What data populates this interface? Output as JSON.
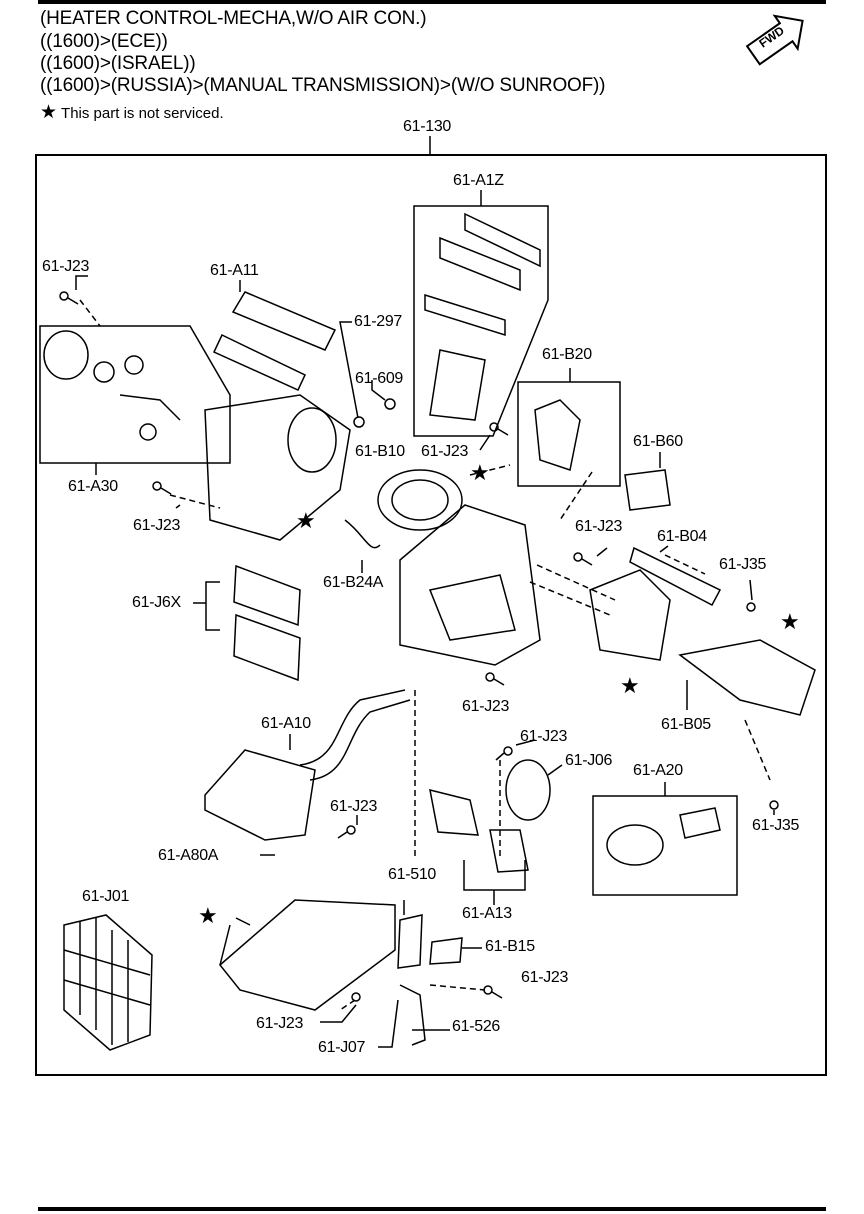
{
  "header": {
    "line1": "(HEATER CONTROL-MECHA,W/O AIR CON.)",
    "line2": "((1600)>(ECE))",
    "line3": "((1600)>(ISRAEL))",
    "line4": "((1600)>(RUSSIA)>(MANUAL TRANSMISSION)>(W/O SUNROOF))",
    "fwd": "FWD"
  },
  "note": {
    "star": "★",
    "text": "This part is not serviced."
  },
  "labels": {
    "a130": "61-130",
    "a1z": "61-A1Z",
    "j23_tl": "61-J23",
    "a11": "61-A11",
    "n297": "61-297",
    "n609": "61-609",
    "b20": "61-B20",
    "b60": "61-B60",
    "b10": "61-B10",
    "j23_mid": "61-J23",
    "a30": "61-A30",
    "j23_left": "61-J23",
    "j23_right": "61-J23",
    "b04": "61-B04",
    "j35_top": "61-J35",
    "b24a": "61-B24A",
    "j6x": "61-J6X",
    "j23_center": "61-J23",
    "b05": "61-B05",
    "a10": "61-A10",
    "j23_c2": "61-J23",
    "j06": "61-J06",
    "a20": "61-A20",
    "j35_bot": "61-J35",
    "j23_a80": "61-J23",
    "a80a": "61-A80A",
    "j01": "61-J01",
    "n510": "61-510",
    "a13": "61-A13",
    "b15": "61-B15",
    "j23_b15": "61-J23",
    "j23_bot": "61-J23",
    "n526": "61-526",
    "j07": "61-J07"
  },
  "stars": [
    "★",
    "★",
    "★",
    "★",
    "★",
    "★"
  ]
}
